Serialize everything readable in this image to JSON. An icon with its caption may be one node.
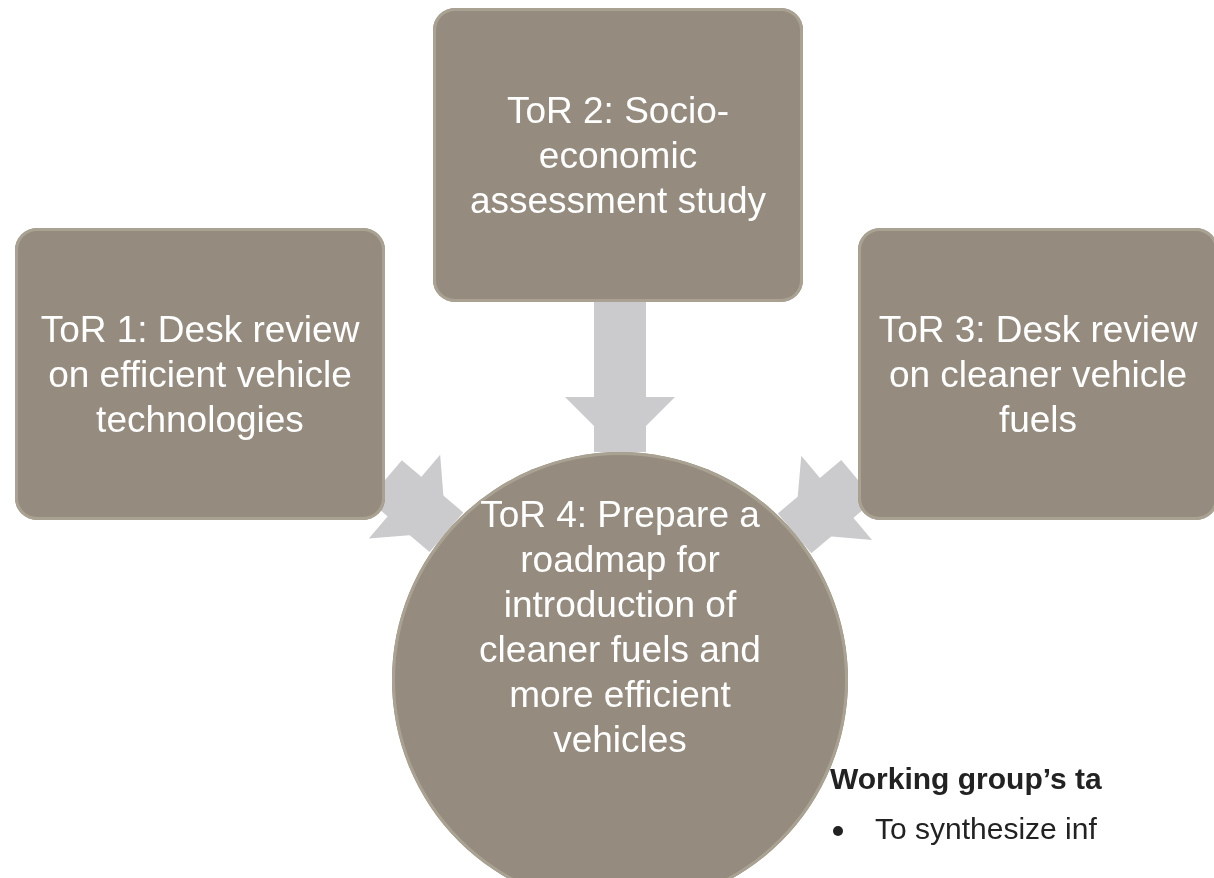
{
  "diagram": {
    "nodes": [
      {
        "text": [
          "ToR 1: Desk review on efficient vehicle technologies"
        ]
      },
      {
        "text": [
          "ToR 2: Socio-economic assessment study"
        ]
      },
      {
        "text": [
          "ToR 3: Desk review on cleaner vehicle fuels"
        ]
      },
      {
        "text": [
          "ToR 4: Prepare a roadmap for introduction of cleaner fuels and more efficient vehicles"
        ]
      }
    ],
    "edges": [
      {
        "from": 0,
        "to": 3,
        "arrow": "to"
      },
      {
        "from": 1,
        "to": 3,
        "arrow": "to"
      },
      {
        "from": 2,
        "to": 3,
        "arrow": "to"
      }
    ],
    "labels": [
      "Working group’s ta",
      "To synthesize inf"
    ]
  }
}
